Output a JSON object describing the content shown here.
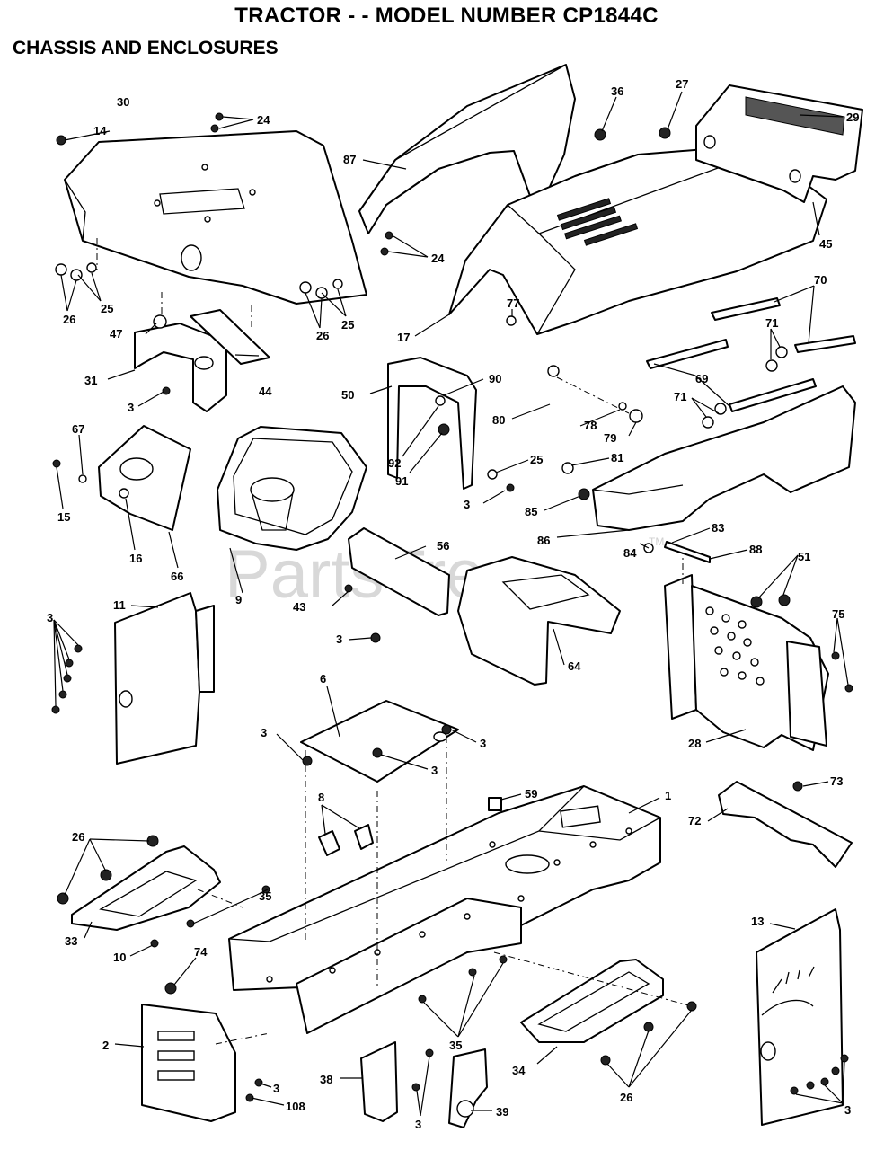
{
  "header": {
    "title": "TRACTOR - - MODEL NUMBER  CP1844C",
    "subtitle": "CHASSIS AND ENCLOSURES"
  },
  "watermark": {
    "text": "PartsTree",
    "tm": "TM"
  },
  "callouts": [
    "30",
    "14",
    "24",
    "36",
    "27",
    "29",
    "87",
    "24",
    "45",
    "26",
    "25",
    "26",
    "25",
    "17",
    "77",
    "70",
    "47",
    "71",
    "31",
    "44",
    "50",
    "90",
    "69",
    "3",
    "80",
    "78",
    "79",
    "71",
    "67",
    "92",
    "91",
    "25",
    "81",
    "15",
    "16",
    "3",
    "85",
    "66",
    "56",
    "86",
    "83",
    "84",
    "88",
    "9",
    "51",
    "43",
    "11",
    "75",
    "3",
    "3",
    "64",
    "6",
    "3",
    "3",
    "28",
    "3",
    "8",
    "59",
    "1",
    "73",
    "72",
    "26",
    "35",
    "33",
    "10",
    "74",
    "13",
    "2",
    "35",
    "3",
    "38",
    "108",
    "3",
    "39",
    "34",
    "26",
    "3"
  ]
}
